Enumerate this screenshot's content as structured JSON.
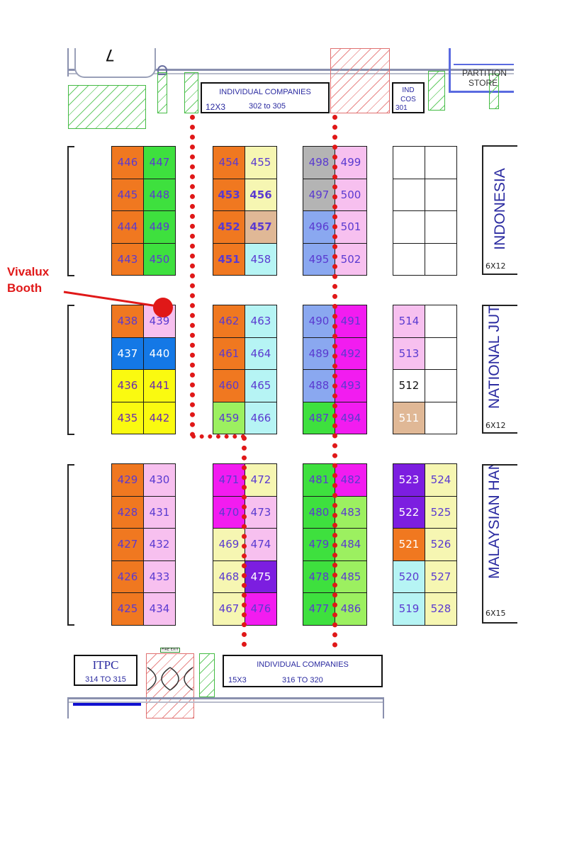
{
  "annotation": {
    "label_line1": "Vivalux",
    "label_line2": "Booth"
  },
  "top": {
    "stair_label": "7",
    "individual_companies": {
      "title": "INDIVIDUAL COMPANIES",
      "size": "12X3",
      "range": "302 to 305"
    },
    "ind_cos": {
      "line1": "IND",
      "line2": "COS",
      "number": "301"
    },
    "partition_store": {
      "line1": "PARTITION",
      "line2": "STORE"
    }
  },
  "bottom": {
    "itpc": {
      "title": "ITPC",
      "range": "314 TO 315"
    },
    "fire_exit": "FIRE EXIT",
    "individual_companies": {
      "title": "INDIVIDUAL COMPANIES",
      "size": "15X3",
      "range": "316 TO 320"
    }
  },
  "side_halls": [
    {
      "name": "INDONESIA",
      "size": "6X12"
    },
    {
      "name": "NATIONAL JUTE BOARD",
      "size": "6X12"
    },
    {
      "name": "MALAYSIAN HANDICRAFTS",
      "size": "6X15"
    }
  ],
  "colors": {
    "orange": "#f07820",
    "green": "#3ee03e",
    "lightyellow": "#f6f6b2",
    "gray": "#b4b4b4",
    "pink": "#f7c0ef",
    "blue": "#8aa8f0",
    "peach": "#e0b896",
    "cyan": "#b6f4f4",
    "magenta": "#f21cf0",
    "dodger": "#1478e6",
    "yellow": "#fafa10",
    "lime": "#9cf060",
    "violet": "#7c1ee0",
    "white": "#ffffff"
  },
  "booths": [
    {
      "n": "446",
      "c": "orange"
    },
    {
      "n": "447",
      "c": "green"
    },
    {
      "n": "445",
      "c": "orange"
    },
    {
      "n": "448",
      "c": "green"
    },
    {
      "n": "444",
      "c": "orange"
    },
    {
      "n": "449",
      "c": "green"
    },
    {
      "n": "443",
      "c": "orange"
    },
    {
      "n": "450",
      "c": "green"
    },
    {
      "n": "454",
      "c": "orange"
    },
    {
      "n": "455",
      "c": "lightyellow"
    },
    {
      "n": "453",
      "c": "orange"
    },
    {
      "n": "456",
      "c": "lightyellow"
    },
    {
      "n": "452",
      "c": "orange"
    },
    {
      "n": "457",
      "c": "peach"
    },
    {
      "n": "451",
      "c": "orange"
    },
    {
      "n": "458",
      "c": "cyan"
    },
    {
      "n": "498",
      "c": "gray"
    },
    {
      "n": "499",
      "c": "pink"
    },
    {
      "n": "497",
      "c": "gray"
    },
    {
      "n": "500",
      "c": "pink"
    },
    {
      "n": "496",
      "c": "blue"
    },
    {
      "n": "501",
      "c": "pink"
    },
    {
      "n": "495",
      "c": "blue"
    },
    {
      "n": "502",
      "c": "pink"
    },
    {
      "n": "",
      "c": "white"
    },
    {
      "n": "",
      "c": "white"
    },
    {
      "n": "",
      "c": "white"
    },
    {
      "n": "",
      "c": "white"
    },
    {
      "n": "",
      "c": "white"
    },
    {
      "n": "",
      "c": "white"
    },
    {
      "n": "",
      "c": "white"
    },
    {
      "n": "",
      "c": "white"
    },
    {
      "n": "438",
      "c": "orange"
    },
    {
      "n": "439",
      "c": "pink"
    },
    {
      "n": "437",
      "c": "dodger"
    },
    {
      "n": "440",
      "c": "dodger"
    },
    {
      "n": "436",
      "c": "yellow"
    },
    {
      "n": "441",
      "c": "yellow"
    },
    {
      "n": "435",
      "c": "yellow"
    },
    {
      "n": "442",
      "c": "yellow"
    },
    {
      "n": "462",
      "c": "orange"
    },
    {
      "n": "463",
      "c": "cyan"
    },
    {
      "n": "461",
      "c": "orange"
    },
    {
      "n": "464",
      "c": "cyan"
    },
    {
      "n": "460",
      "c": "orange"
    },
    {
      "n": "465",
      "c": "cyan"
    },
    {
      "n": "459",
      "c": "lime"
    },
    {
      "n": "466",
      "c": "cyan"
    },
    {
      "n": "490",
      "c": "blue"
    },
    {
      "n": "491",
      "c": "magenta"
    },
    {
      "n": "489",
      "c": "blue"
    },
    {
      "n": "492",
      "c": "magenta"
    },
    {
      "n": "488",
      "c": "blue"
    },
    {
      "n": "493",
      "c": "magenta"
    },
    {
      "n": "487",
      "c": "green"
    },
    {
      "n": "494",
      "c": "magenta"
    },
    {
      "n": "514",
      "c": "pink"
    },
    {
      "n": "",
      "c": "white"
    },
    {
      "n": "513",
      "c": "pink"
    },
    {
      "n": "",
      "c": "white"
    },
    {
      "n": "512",
      "c": "white"
    },
    {
      "n": "",
      "c": "white"
    },
    {
      "n": "511",
      "c": "peach"
    },
    {
      "n": "",
      "c": "white"
    },
    {
      "n": "429",
      "c": "orange"
    },
    {
      "n": "430",
      "c": "pink"
    },
    {
      "n": "428",
      "c": "orange"
    },
    {
      "n": "431",
      "c": "pink"
    },
    {
      "n": "427",
      "c": "orange"
    },
    {
      "n": "432",
      "c": "pink"
    },
    {
      "n": "426",
      "c": "orange"
    },
    {
      "n": "433",
      "c": "pink"
    },
    {
      "n": "425",
      "c": "orange"
    },
    {
      "n": "434",
      "c": "pink"
    },
    {
      "n": "471",
      "c": "magenta"
    },
    {
      "n": "472",
      "c": "lightyellow"
    },
    {
      "n": "470",
      "c": "magenta"
    },
    {
      "n": "473",
      "c": "pink"
    },
    {
      "n": "469",
      "c": "lightyellow"
    },
    {
      "n": "474",
      "c": "pink"
    },
    {
      "n": "468",
      "c": "lightyellow"
    },
    {
      "n": "475",
      "c": "violet"
    },
    {
      "n": "467",
      "c": "lightyellow"
    },
    {
      "n": "476",
      "c": "magenta"
    },
    {
      "n": "481",
      "c": "green"
    },
    {
      "n": "482",
      "c": "magenta"
    },
    {
      "n": "480",
      "c": "green"
    },
    {
      "n": "483",
      "c": "lime"
    },
    {
      "n": "479",
      "c": "green"
    },
    {
      "n": "484",
      "c": "lime"
    },
    {
      "n": "478",
      "c": "green"
    },
    {
      "n": "485",
      "c": "lime"
    },
    {
      "n": "477",
      "c": "green"
    },
    {
      "n": "486",
      "c": "lime"
    },
    {
      "n": "523",
      "c": "violet"
    },
    {
      "n": "524",
      "c": "lightyellow"
    },
    {
      "n": "522",
      "c": "violet"
    },
    {
      "n": "525",
      "c": "lightyellow"
    },
    {
      "n": "521",
      "c": "orange"
    },
    {
      "n": "526",
      "c": "lightyellow"
    },
    {
      "n": "520",
      "c": "cyan"
    },
    {
      "n": "527",
      "c": "lightyellow"
    },
    {
      "n": "519",
      "c": "cyan"
    },
    {
      "n": "528",
      "c": "lightyellow"
    }
  ]
}
